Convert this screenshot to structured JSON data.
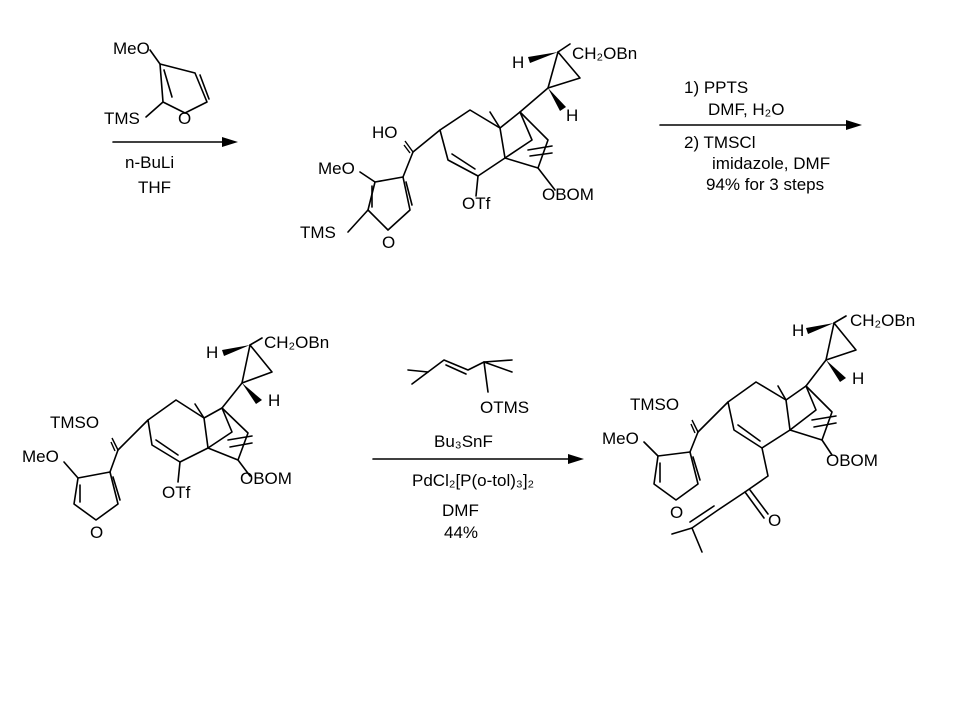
{
  "labels": {
    "furan_MeO": "MeO",
    "furan_TMS": "TMS",
    "furan_O": "O",
    "r1_reagent": "n-BuLi",
    "r1_solvent": "THF",
    "p1_H_top": "H",
    "p1_CH2OBn": "CH₂OBn",
    "p1_H_bottom": "H",
    "p1_HO": "HO",
    "p1_MeO": "MeO",
    "p1_TMS": "TMS",
    "p1_O": "O",
    "p1_OTf": "OTf",
    "p1_OBOM": "OBOM",
    "r2_step1": "1) PPTS",
    "r2_step1_cond": "DMF, H₂O",
    "r2_step2": "2) TMSCl",
    "r2_step2_cond": "imidazole, DMF",
    "r2_yield": "94% for 3 steps",
    "p2_H_top": "H",
    "p2_CH2OBn": "CH₂OBn",
    "p2_H_bottom": "H",
    "p2_TMSO": "TMSO",
    "p2_MeO": "MeO",
    "p2_O": "O",
    "p2_OTf": "OTf",
    "p2_OBOM": "OBOM",
    "r3_OTMS": "OTMS",
    "r3_stannane": "Bu₃SnF",
    "r3_catalyst": "PdCl₂[P(o-tol)₃]₂",
    "r3_solvent": "DMF",
    "r3_yield": "44%",
    "p3_H_top": "H",
    "p3_CH2OBn": "CH₂OBn",
    "p3_H_bottom": "H",
    "p3_TMSO": "TMSO",
    "p3_MeO": "MeO",
    "p3_O": "O",
    "p3_ketone_O": "O",
    "p3_OBOM": "OBOM"
  }
}
